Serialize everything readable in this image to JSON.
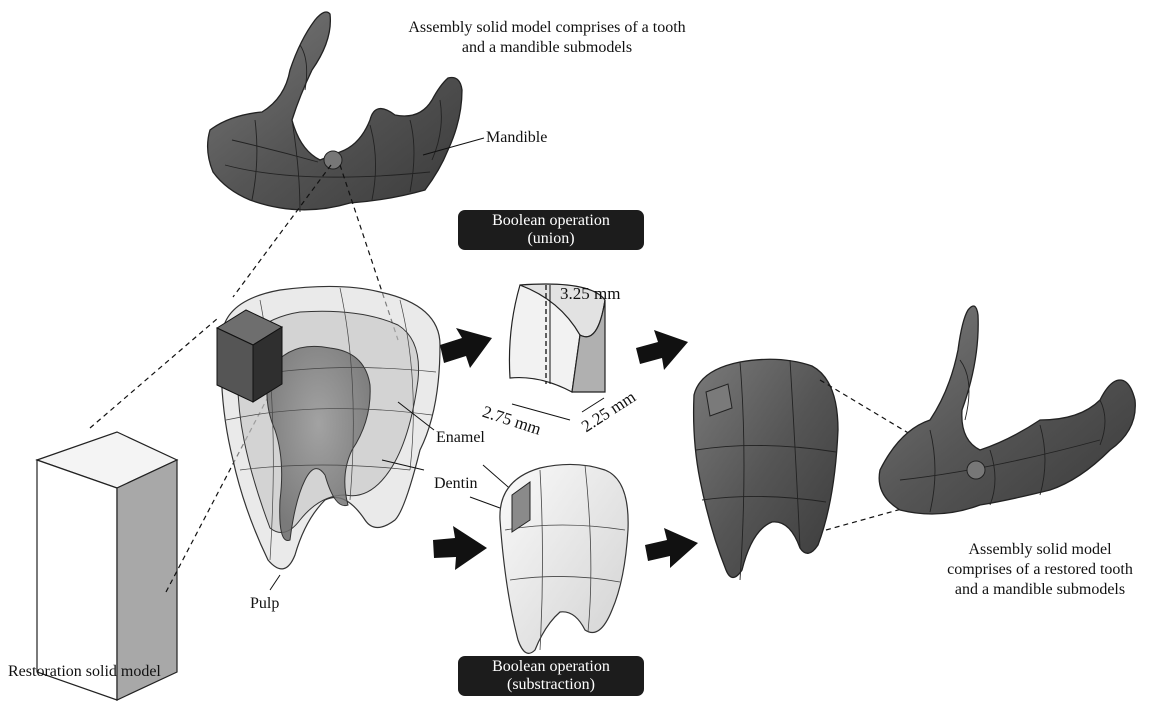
{
  "labels": {
    "top_caption": [
      "Assembly solid model comprises of a tooth",
      "and a mandible submodels"
    ],
    "mandible": "Mandible",
    "enamel": "Enamel",
    "dentin": "Dentin",
    "pulp": "Pulp",
    "restoration": "Restoration solid model",
    "bottom_caption": [
      "Assembly solid model",
      "comprises of a restored tooth",
      "and a mandible submodels"
    ]
  },
  "operations": {
    "union": [
      "Boolean operation",
      "(union)"
    ],
    "subtraction": [
      "Boolean operation",
      "(substraction)"
    ]
  },
  "dimensions": {
    "height": "3.25 mm",
    "width": "2.75 mm",
    "depth": "2.25 mm"
  },
  "colors": {
    "pill_background": "#1c1c1c",
    "dark_model": "#585858",
    "light_model": "#ececec",
    "arrow": "#111111"
  },
  "icons": [
    "right-arrow-icon"
  ]
}
